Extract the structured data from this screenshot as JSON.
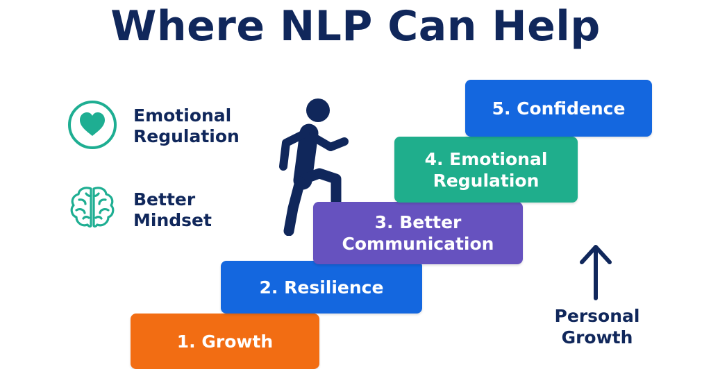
{
  "title": "Where NLP Can Help",
  "legend": [
    {
      "icon": "heart-icon",
      "line1": "Emotional",
      "line2": "Regulation"
    },
    {
      "icon": "brain-icon",
      "line1": "Better",
      "line2": "Mindset"
    }
  ],
  "steps": [
    {
      "line1": "1. Growth",
      "line2": "",
      "color": "#f26d13"
    },
    {
      "line1": "2. Resilience",
      "line2": "",
      "color": "#1467df"
    },
    {
      "line1": "3. Better",
      "line2": "Communication",
      "color": "#6652bf"
    },
    {
      "line1": "4. Emotional",
      "line2": "Regulation",
      "color": "#1fae8c"
    },
    {
      "line1": "5. Confidence",
      "line2": "",
      "color": "#1467df"
    }
  ],
  "growth_label": {
    "line1": "Personal",
    "line2": "Growth"
  },
  "colors": {
    "navy": "#10275b",
    "teal": "#1eae92"
  }
}
